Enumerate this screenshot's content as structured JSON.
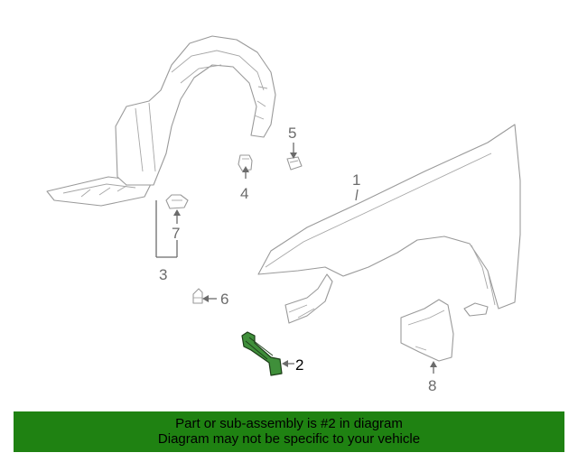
{
  "callouts": {
    "part_1": "1",
    "part_2": "2",
    "part_3": "3",
    "part_4": "4",
    "part_5": "5",
    "part_6": "6",
    "part_7": "7",
    "part_8": "8"
  },
  "highlight": {
    "part_number": "2",
    "color": "#3f8f3a"
  },
  "banner": {
    "line1": "Part or sub-assembly is #2 in diagram",
    "line2": "Diagram may not be specific to your vehicle",
    "background": "#1f8212"
  }
}
